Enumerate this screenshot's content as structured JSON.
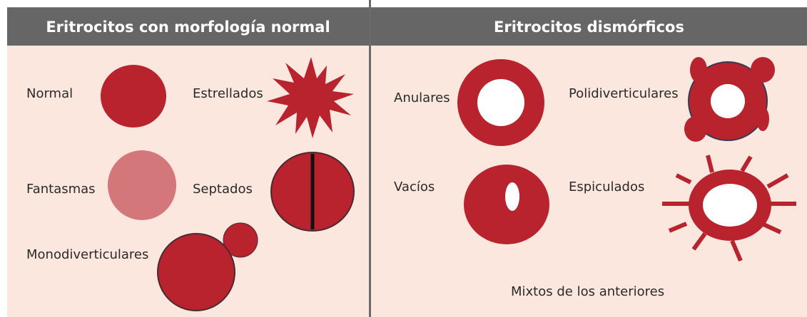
{
  "headers": {
    "left": "Eritrocitos con morfología normal",
    "right": "Eritrocitos dismórficos"
  },
  "left_items": {
    "normal": "Normal",
    "estrellados": "Estrellados",
    "fantasmas": "Fantasmas",
    "septados": "Septados",
    "monodiverticulares": "Monodiverticulares"
  },
  "right_items": {
    "anulares": "Anulares",
    "polidiverticulares": "Polidiverticulares",
    "vacios": "Vacíos",
    "espiculados": "Espiculados",
    "mixtos": "Mixtos de los anteriores"
  },
  "colors": {
    "cell_red": "#b8232e",
    "ghost_pink": "#d4777b",
    "panel_bg": "#fbe7dd",
    "header_bg": "#666666"
  }
}
